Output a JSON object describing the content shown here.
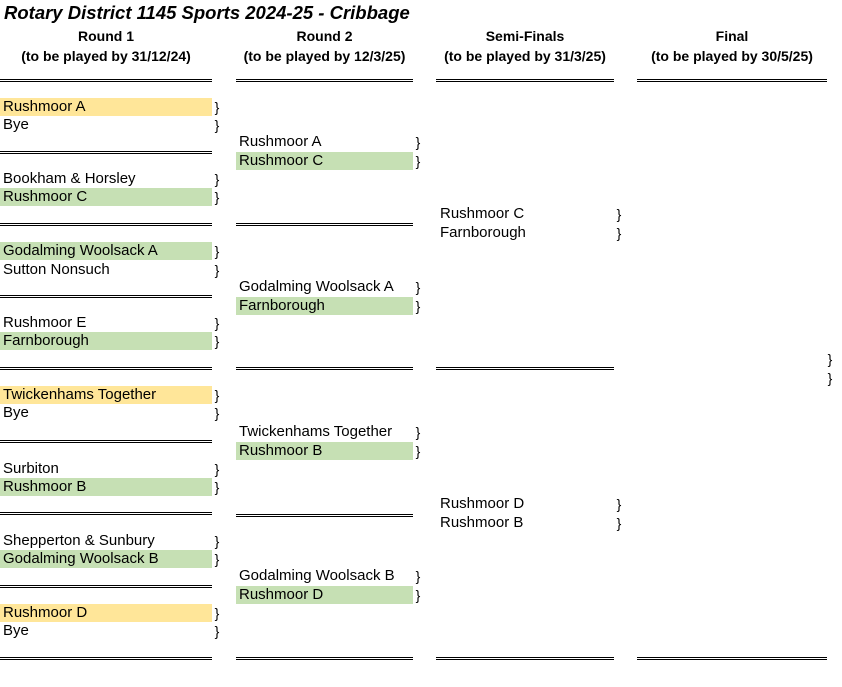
{
  "title": "Rotary District 1145 Sports 2024-25 - Cribbage",
  "brace_char": "}",
  "headers": [
    {
      "name": "Round 1",
      "date": "(to be played by 31/12/24)"
    },
    {
      "name": "Round 2",
      "date": "(to be played by 12/3/25)"
    },
    {
      "name": "Semi-Finals",
      "date": "(to be played by 31/3/25)"
    },
    {
      "name": "Final",
      "date": "(to be played by 30/5/25)"
    }
  ],
  "round1": [
    {
      "a": "Rushmoor A",
      "b": "Bye"
    },
    {
      "a": "Bookham & Horsley",
      "b": "Rushmoor C"
    },
    {
      "a": "Godalming Woolsack A",
      "b": "Sutton Nonsuch"
    },
    {
      "a": "Rushmoor E",
      "b": "Farnborough"
    },
    {
      "a": "Twickenhams Together",
      "b": "Bye"
    },
    {
      "a": "Surbiton",
      "b": "Rushmoor B"
    },
    {
      "a": "Shepperton & Sunbury",
      "b": "Godalming Woolsack B"
    },
    {
      "a": "Rushmoor D",
      "b": "Bye"
    }
  ],
  "round2": [
    {
      "a": "Rushmoor A",
      "b": "Rushmoor C"
    },
    {
      "a": "Godalming Woolsack A",
      "b": "Farnborough"
    },
    {
      "a": "Twickenhams Together",
      "b": "Rushmoor B"
    },
    {
      "a": "Godalming Woolsack B",
      "b": "Rushmoor D"
    }
  ],
  "semis": [
    {
      "a": "Rushmoor C",
      "b": "Farnborough"
    },
    {
      "a": "Rushmoor D",
      "b": "Rushmoor B"
    }
  ],
  "colors": {
    "winner": "#c6e0b4",
    "bye": "#ffe699"
  }
}
